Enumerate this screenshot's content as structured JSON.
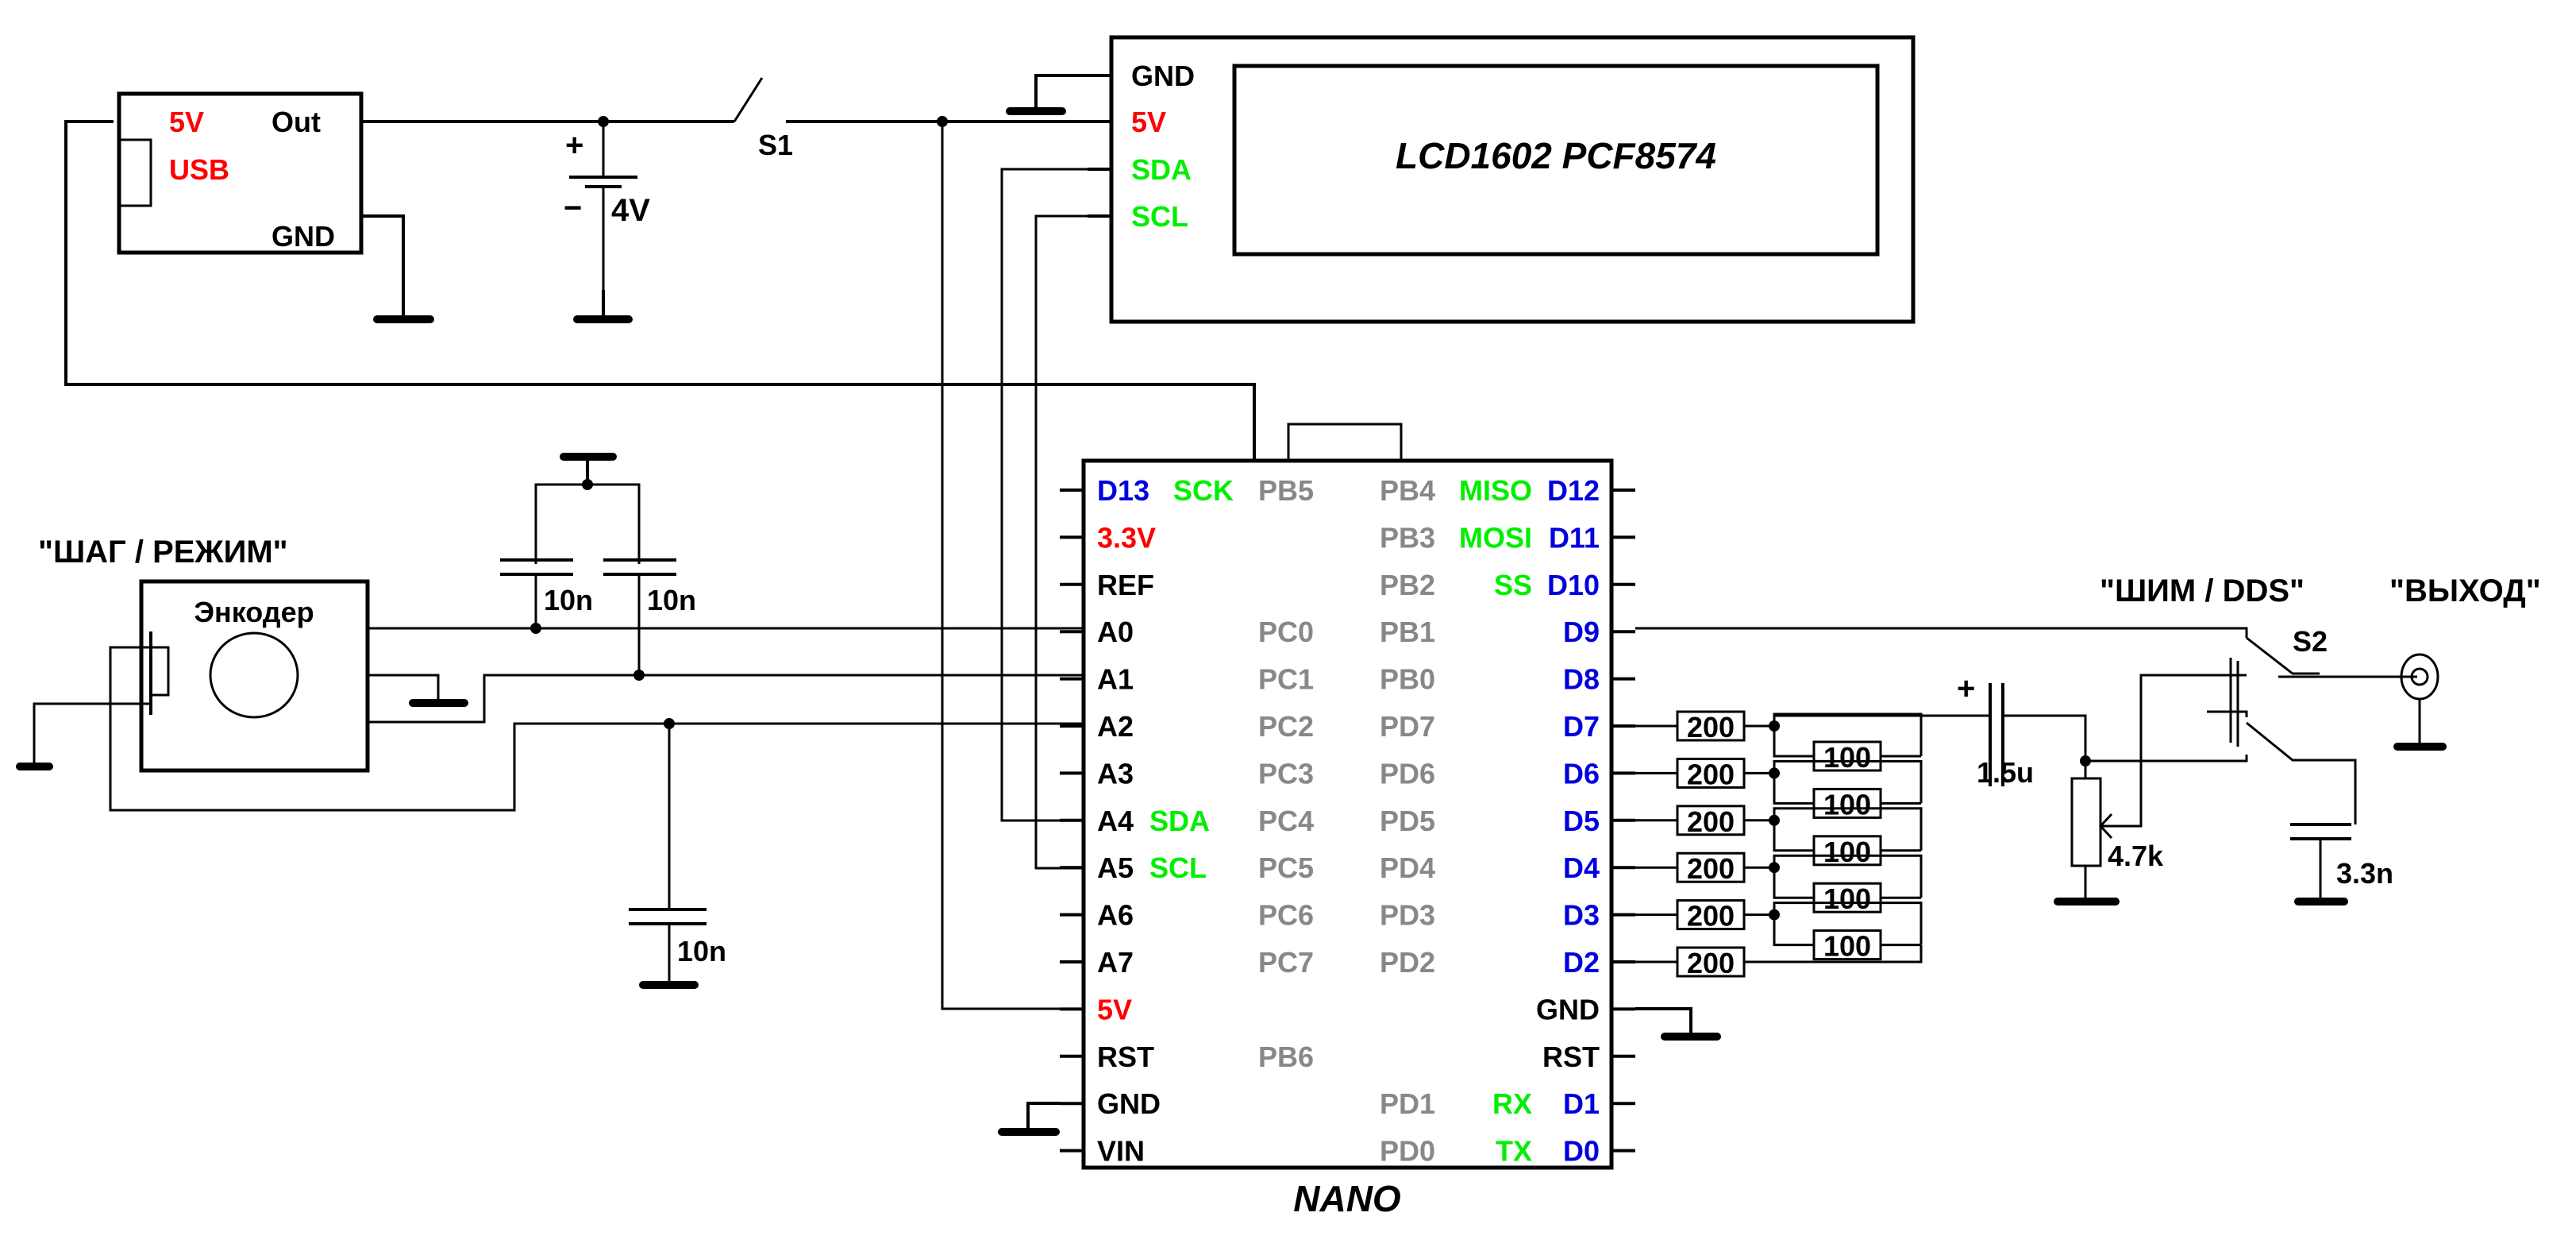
{
  "colors": {
    "black": "#000000",
    "red": "#ff0000",
    "green": "#00ee00",
    "blue": "#0000dd",
    "gray": "#888888"
  },
  "usb_module": {
    "label_5v": "5V",
    "label_usb": "USB",
    "pin_out": "Out",
    "pin_gnd": "GND"
  },
  "battery": {
    "plus": "+",
    "minus": "−",
    "value": "4V"
  },
  "switch_s1": {
    "label": "S1"
  },
  "lcd": {
    "title": "LCD1602 PCF8574",
    "pins": [
      {
        "label": "GND",
        "color": "black"
      },
      {
        "label": "5V",
        "color": "red"
      },
      {
        "label": "SDA",
        "color": "green"
      },
      {
        "label": "SCL",
        "color": "green"
      }
    ]
  },
  "nano": {
    "title": "NANO",
    "left_pins": [
      {
        "name": "D13",
        "name_color": "blue",
        "alt": "SCK",
        "port": "PB5"
      },
      {
        "name": "3.3V",
        "name_color": "red",
        "alt": "",
        "port": ""
      },
      {
        "name": "REF",
        "name_color": "black",
        "alt": "",
        "port": ""
      },
      {
        "name": "A0",
        "name_color": "black",
        "alt": "",
        "port": "PC0"
      },
      {
        "name": "A1",
        "name_color": "black",
        "alt": "",
        "port": "PC1"
      },
      {
        "name": "A2",
        "name_color": "black",
        "alt": "",
        "port": "PC2"
      },
      {
        "name": "A3",
        "name_color": "black",
        "alt": "",
        "port": "PC3"
      },
      {
        "name": "A4",
        "name_color": "black",
        "alt": "SDA",
        "port": "PC4"
      },
      {
        "name": "A5",
        "name_color": "black",
        "alt": "SCL",
        "port": "PC5"
      },
      {
        "name": "A6",
        "name_color": "black",
        "alt": "",
        "port": "PC6"
      },
      {
        "name": "A7",
        "name_color": "black",
        "alt": "",
        "port": "PC7"
      },
      {
        "name": "5V",
        "name_color": "red",
        "alt": "",
        "port": ""
      },
      {
        "name": "RST",
        "name_color": "black",
        "alt": "",
        "port": "PB6"
      },
      {
        "name": "GND",
        "name_color": "black",
        "alt": "",
        "port": ""
      },
      {
        "name": "VIN",
        "name_color": "black",
        "alt": "",
        "port": ""
      }
    ],
    "right_pins": [
      {
        "name": "D12",
        "name_color": "blue",
        "alt": "MISO",
        "port": "PB4"
      },
      {
        "name": "D11",
        "name_color": "blue",
        "alt": "MOSI",
        "port": "PB3"
      },
      {
        "name": "D10",
        "name_color": "blue",
        "alt": "SS",
        "port": "PB2"
      },
      {
        "name": "D9",
        "name_color": "blue",
        "alt": "",
        "port": "PB1"
      },
      {
        "name": "D8",
        "name_color": "blue",
        "alt": "",
        "port": "PB0"
      },
      {
        "name": "D7",
        "name_color": "blue",
        "alt": "",
        "port": "PD7"
      },
      {
        "name": "D6",
        "name_color": "blue",
        "alt": "",
        "port": "PD6"
      },
      {
        "name": "D5",
        "name_color": "blue",
        "alt": "",
        "port": "PD5"
      },
      {
        "name": "D4",
        "name_color": "blue",
        "alt": "",
        "port": "PD4"
      },
      {
        "name": "D3",
        "name_color": "blue",
        "alt": "",
        "port": "PD3"
      },
      {
        "name": "D2",
        "name_color": "blue",
        "alt": "",
        "port": "PD2"
      },
      {
        "name": "GND",
        "name_color": "black",
        "alt": "",
        "port": ""
      },
      {
        "name": "RST",
        "name_color": "black",
        "alt": "",
        "port": ""
      },
      {
        "name": "D1",
        "name_color": "blue",
        "alt": "RX",
        "port": "PD1"
      },
      {
        "name": "D0",
        "name_color": "blue",
        "alt": "TX",
        "port": "PD0"
      }
    ]
  },
  "encoder": {
    "caption": "\"ШАГ / РЕЖИМ\"",
    "label": "Энкодер"
  },
  "capacitors": {
    "c_a0": "10n",
    "c_a1": "10n",
    "c_a2": "10n",
    "c_coupling": "1.5u",
    "c_coupling_plus": "+",
    "c_out": "3.3n"
  },
  "r2r_ladder": {
    "series": [
      "200",
      "200",
      "200",
      "200",
      "200",
      "200"
    ],
    "shunt": [
      "100",
      "100",
      "100",
      "100",
      "100"
    ]
  },
  "potentiometer": {
    "value": "4.7k"
  },
  "switch_s2": {
    "label": "S2",
    "caption": "\"ШИМ / DDS\""
  },
  "output": {
    "caption": "\"ВЫХОД\""
  }
}
